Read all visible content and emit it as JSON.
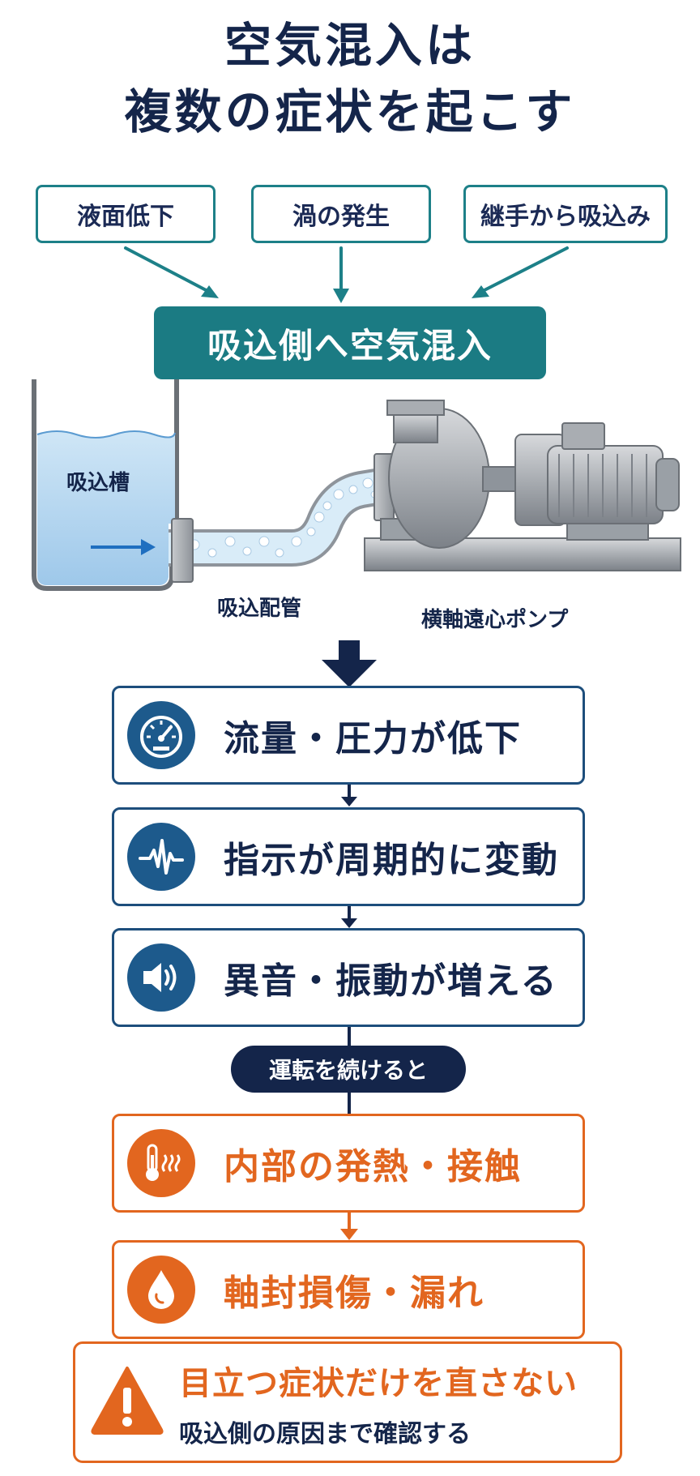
{
  "title": {
    "line1": "空気混入は",
    "line2": "複数の症状を起こす"
  },
  "causes": [
    "液面低下",
    "渦の発生",
    "継手から吸込み"
  ],
  "banner": "吸込側へ空気混入",
  "illustration": {
    "tank_label": "吸込槽",
    "pipe_label": "吸込配管",
    "pump_label": "横軸遠心ポンプ"
  },
  "symptoms": [
    {
      "text": "流量・圧力が低下",
      "icon": "pressure-gauge-icon"
    },
    {
      "text": "指示が周期的に変動",
      "icon": "waveform-icon"
    },
    {
      "text": "異音・振動が増える",
      "icon": "speaker-icon"
    }
  ],
  "transition": "運転を続けると",
  "consequences": [
    {
      "text": "内部の発熱・接触",
      "icon": "thermometer-heat-icon"
    },
    {
      "text": "軸封損傷・漏れ",
      "icon": "water-drop-icon"
    }
  ],
  "warning": {
    "headline": "目立つ症状だけを直さない",
    "subtext": "吸込側の原因まで確認する",
    "icon": "warning-triangle-icon"
  },
  "colors": {
    "navy": "#14254a",
    "teal": "#1b7b83",
    "blue": "#1d5a8c",
    "orange": "#e2661f"
  }
}
